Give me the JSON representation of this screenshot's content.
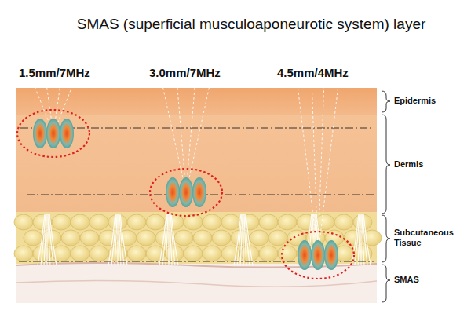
{
  "diagram": {
    "title": "SMAS (superficial musculoaponeurotic system) layer",
    "labels": [
      "1.5mm/7MHz",
      "3.0mm/7MHz",
      "4.5mm/4MHz",
      "Epidermis",
      "Dermis",
      "Subcutaneous Tissue",
      "SMAS"
    ]
  }
}
